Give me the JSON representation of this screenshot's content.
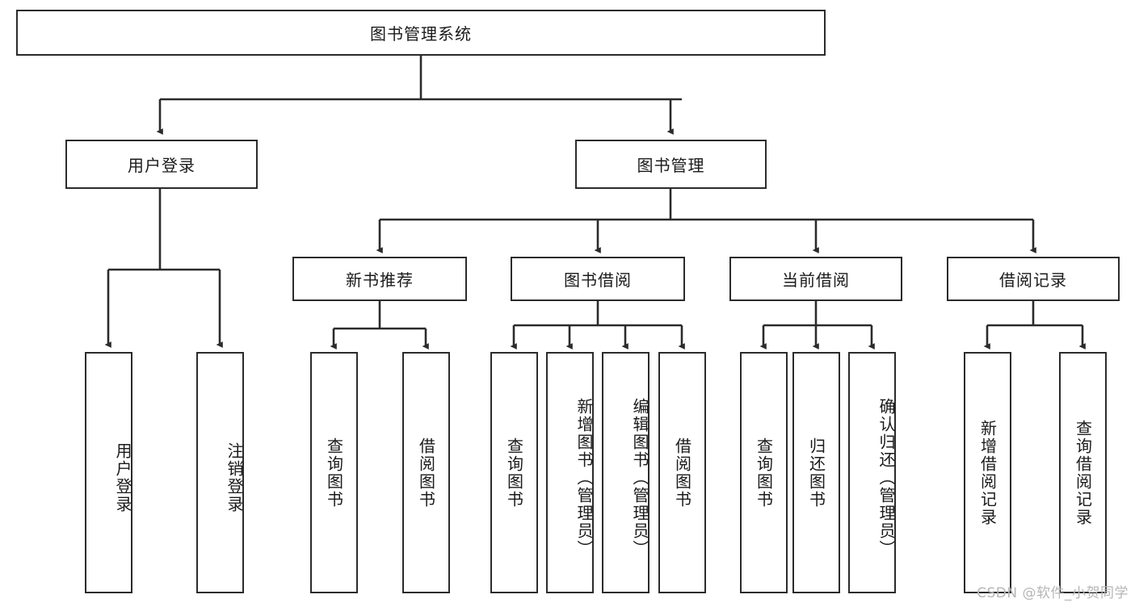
{
  "diagram": {
    "type": "tree-hierarchy",
    "title": "图书管理系统",
    "root": {
      "label": "图书管理系统"
    },
    "level1": [
      {
        "label": "用户登录"
      },
      {
        "label": "图书管理"
      }
    ],
    "level2": [
      {
        "label": "新书推荐"
      },
      {
        "label": "图书借阅"
      },
      {
        "label": "当前借阅"
      },
      {
        "label": "借阅记录"
      }
    ],
    "leaves": {
      "user_login": [
        {
          "label": "用户登录"
        },
        {
          "label": "注销登录"
        }
      ],
      "new_book_recommend": [
        {
          "label": "查询图书"
        },
        {
          "label": "借阅图书"
        }
      ],
      "book_borrow": [
        {
          "label": "查询图书"
        },
        {
          "label": "新增图书（管理员）"
        },
        {
          "label": "编辑图书（管理员）"
        },
        {
          "label": "借阅图书"
        }
      ],
      "current_borrow": [
        {
          "label": "查询图书"
        },
        {
          "label": "归还图书"
        },
        {
          "label": "确认归还（管理员）"
        }
      ],
      "borrow_record": [
        {
          "label": "新增借阅记录"
        },
        {
          "label": "查询借阅记录"
        }
      ]
    }
  },
  "watermark": {
    "text": "CSDN @软件_小贺同学"
  },
  "colors": {
    "border": "#2b2b2b",
    "background": "#ffffff",
    "text": "#1a1a1a",
    "watermark": "#b6b6b6"
  }
}
